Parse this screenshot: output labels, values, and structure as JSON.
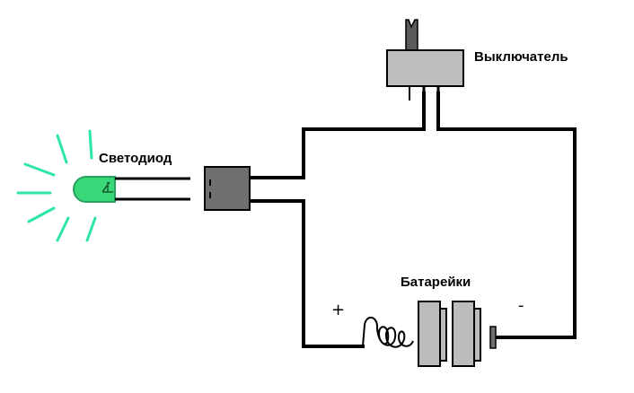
{
  "labels": {
    "switch": "Выключатель",
    "led": "Светодиод",
    "batteries": "Батарейки",
    "plus": "+",
    "minus": "-"
  },
  "colors": {
    "led_glow": "#2ee6a8",
    "led_body": "#38d878",
    "connector": "#6f6f6f",
    "switch_body": "#bdbdbd",
    "switch_lever": "#5a5a5a",
    "battery": "#bcbcbc",
    "wire": "#000000"
  },
  "icons": {
    "led": "led-icon",
    "switch": "slide-switch-icon",
    "connector": "connector-block-icon",
    "spring": "spring-contact-icon",
    "battery": "battery-cell-icon"
  }
}
